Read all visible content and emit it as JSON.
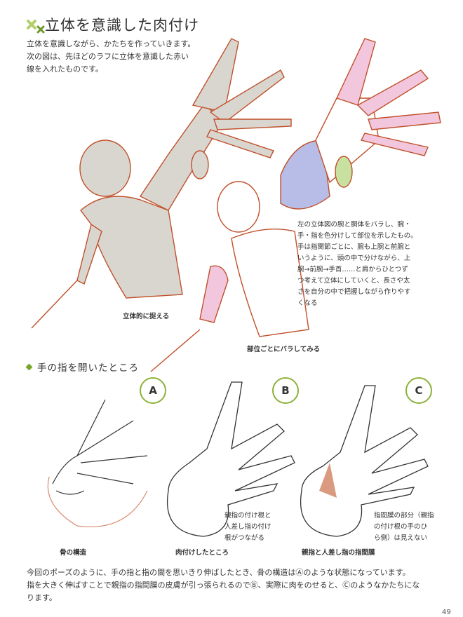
{
  "header": {
    "title": "立体を意識した肉付け",
    "icon": "sparkle-cross-icon"
  },
  "intro": [
    "立体を意識しながら、かたちを作っていきます。",
    "次の図は、先ほどのラフに立体を意識した赤い",
    "線を入れたものです。"
  ],
  "upper_figures": {
    "caption_left": "立体的に捉える",
    "caption_right": "部位ごとにバラしてみる",
    "note": [
      "左の立体図の腕と胴体をバラし、腕・",
      "手・指を色分けして部位を示したもの。",
      "手は指関節ごとに、腕も上腕と前腕と",
      "いうように、頭の中で分けながら、上",
      "腕→前腕→手首……と肩からひとつず",
      "つ考えて立体にしていくと、長さや太",
      "さを自分の中で把握しながら作りやす",
      "くなる"
    ]
  },
  "section": {
    "heading": "手の指を開いたところ",
    "panels": [
      {
        "badge": "A",
        "caption": "骨の構造"
      },
      {
        "badge": "B",
        "caption": "肉付けしたところ",
        "note": [
          "親指の付け根と",
          "人差し指の付け",
          "根がつながる"
        ]
      },
      {
        "badge": "C",
        "caption": "親指と人差し指の指間膜",
        "note": [
          "指間膜の部分（親指",
          "の付け根の手のひ",
          "ら側）は見えない"
        ]
      }
    ]
  },
  "bottom_text": [
    "今回のポーズのように、手の指と指の間を思いきり伸ばしたとき、骨の構造はⒶのような状態になっています。",
    "指を大きく伸ばすことで親指の指間膜の皮膚が引っ張られるのでⒷ、実際に肉をのせると、Ⓒのようなかたちにな",
    "ります。"
  ],
  "page_number": "49",
  "colors": {
    "accent_green": "#8cb23a",
    "sketch_red": "#c0502a",
    "body_gray": "#d9d6d0",
    "pink": "#f2c6dc",
    "blue": "#b8bde8"
  }
}
